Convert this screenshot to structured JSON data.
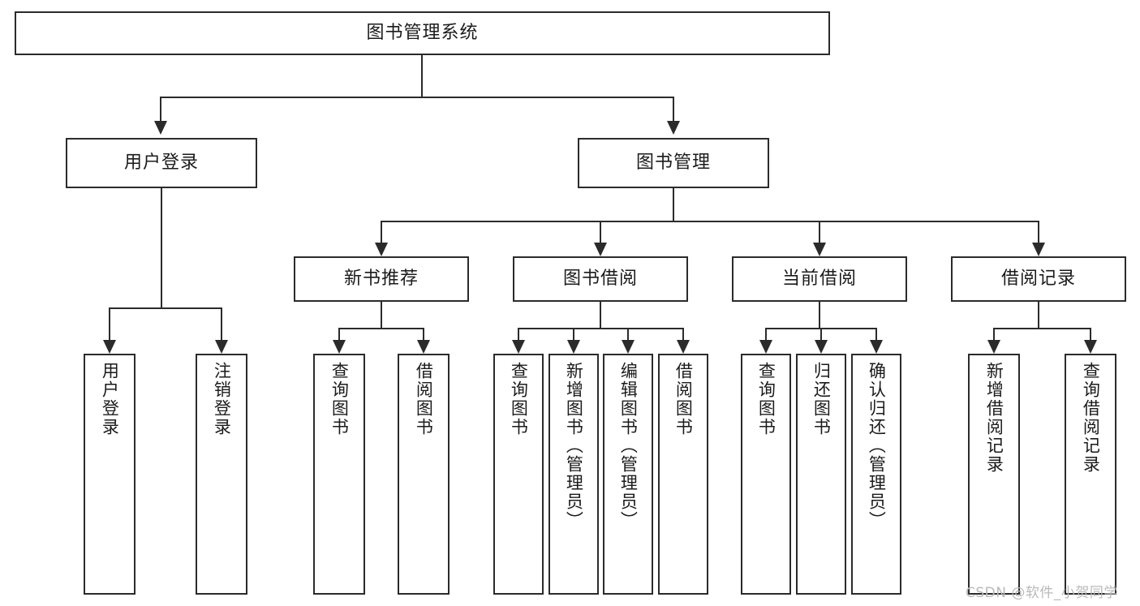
{
  "diagram": {
    "title": "图书管理系统",
    "type": "tree-hierarchy",
    "root": {
      "id": "root",
      "label": "图书管理系统",
      "shape": "rect-horizontal"
    },
    "level2": [
      {
        "id": "user-login",
        "label": "用户登录",
        "shape": "rect-horizontal"
      },
      {
        "id": "book-manage",
        "label": "图书管理",
        "shape": "rect-horizontal"
      }
    ],
    "level3": [
      {
        "id": "new-book-rec",
        "label": "新书推荐",
        "shape": "rect-horizontal",
        "parent": "book-manage"
      },
      {
        "id": "book-borrow",
        "label": "图书借阅",
        "shape": "rect-horizontal",
        "parent": "book-manage"
      },
      {
        "id": "current-borrow",
        "label": "当前借阅",
        "shape": "rect-horizontal",
        "parent": "book-manage"
      },
      {
        "id": "borrow-record",
        "label": "借阅记录",
        "shape": "rect-horizontal",
        "parent": "book-manage"
      }
    ],
    "leaves": {
      "user_login": [
        {
          "id": "leaf-user-login",
          "label": "用户登录"
        },
        {
          "id": "leaf-user-logout",
          "label": "注销登录"
        }
      ],
      "new_book_rec": [
        {
          "id": "leaf-query-book-1",
          "label": "查询图书"
        },
        {
          "id": "leaf-borrow-book-1",
          "label": "借阅图书"
        }
      ],
      "book_borrow": [
        {
          "id": "leaf-query-book-2",
          "label": "查询图书"
        },
        {
          "id": "leaf-add-book",
          "label": "新增图书（管理员）"
        },
        {
          "id": "leaf-edit-book",
          "label": "编辑图书（管理员）"
        },
        {
          "id": "leaf-borrow-book-2",
          "label": "借阅图书"
        }
      ],
      "current_borrow": [
        {
          "id": "leaf-query-book-3",
          "label": "查询图书"
        },
        {
          "id": "leaf-return-book",
          "label": "归还图书"
        },
        {
          "id": "leaf-confirm-return",
          "label": "确认归还（管理员）"
        }
      ],
      "borrow_record": [
        {
          "id": "leaf-add-record",
          "label": "新增借阅记录"
        },
        {
          "id": "leaf-query-record",
          "label": "查询借阅记录"
        }
      ]
    }
  },
  "watermark": {
    "text": "CSDN @软件_小贺同学"
  },
  "colors": {
    "stroke": "#2b2b2b",
    "background": "#ffffff",
    "text": "#1b1b1b",
    "watermark": "#b9b9b9"
  }
}
